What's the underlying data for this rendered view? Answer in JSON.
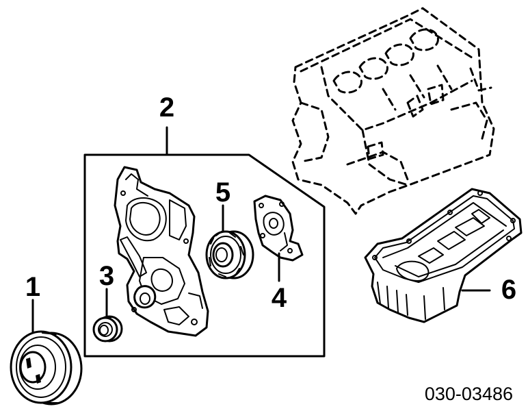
{
  "callouts": [
    {
      "id": "1",
      "label": "1"
    },
    {
      "id": "2",
      "label": "2"
    },
    {
      "id": "3",
      "label": "3"
    },
    {
      "id": "4",
      "label": "4"
    },
    {
      "id": "5",
      "label": "5"
    },
    {
      "id": "6",
      "label": "6"
    }
  ],
  "reference_code": "030-03486"
}
